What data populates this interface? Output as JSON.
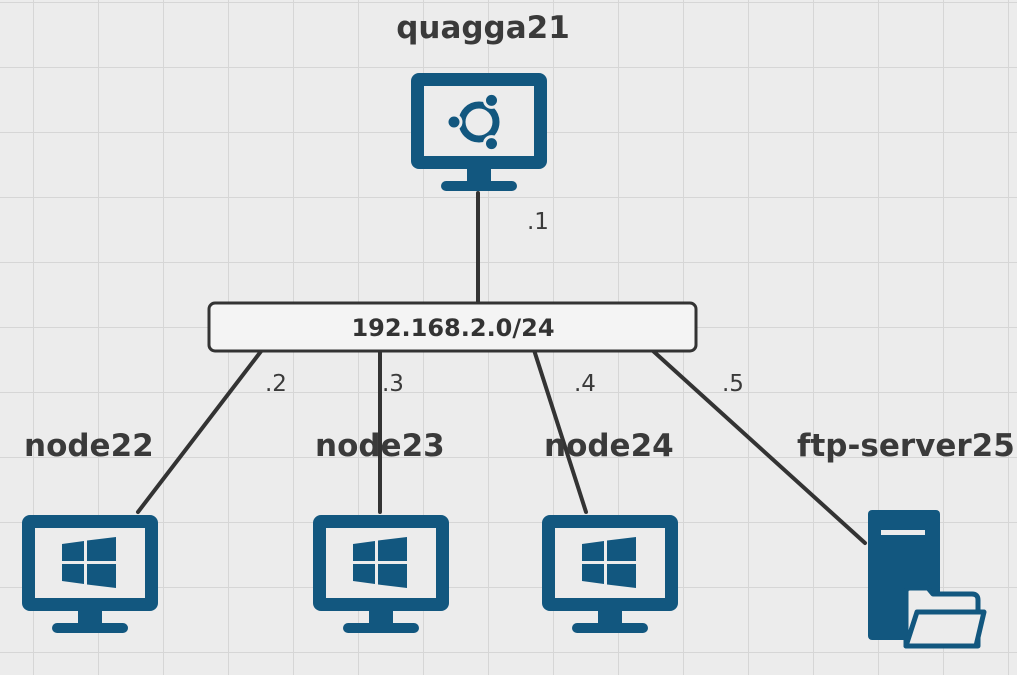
{
  "network": {
    "label": "192.168.2.0/24"
  },
  "nodes": [
    {
      "id": "quagga21",
      "label": "quagga21",
      "icon": "ubuntu-desktop-icon",
      "iface": ".1"
    },
    {
      "id": "node22",
      "label": "node22",
      "icon": "windows-desktop-icon",
      "iface": ".2"
    },
    {
      "id": "node23",
      "label": "node23",
      "icon": "windows-desktop-icon",
      "iface": ".3"
    },
    {
      "id": "node24",
      "label": "node24",
      "icon": "windows-desktop-icon",
      "iface": ".4"
    },
    {
      "id": "ftp-server25",
      "label": "ftp-server25",
      "icon": "ftp-server-icon",
      "iface": ".5"
    }
  ],
  "colors": {
    "icon": "#12577f",
    "link": "#333333",
    "switch_fill": "#f4f4f4",
    "background": "#ececec"
  }
}
